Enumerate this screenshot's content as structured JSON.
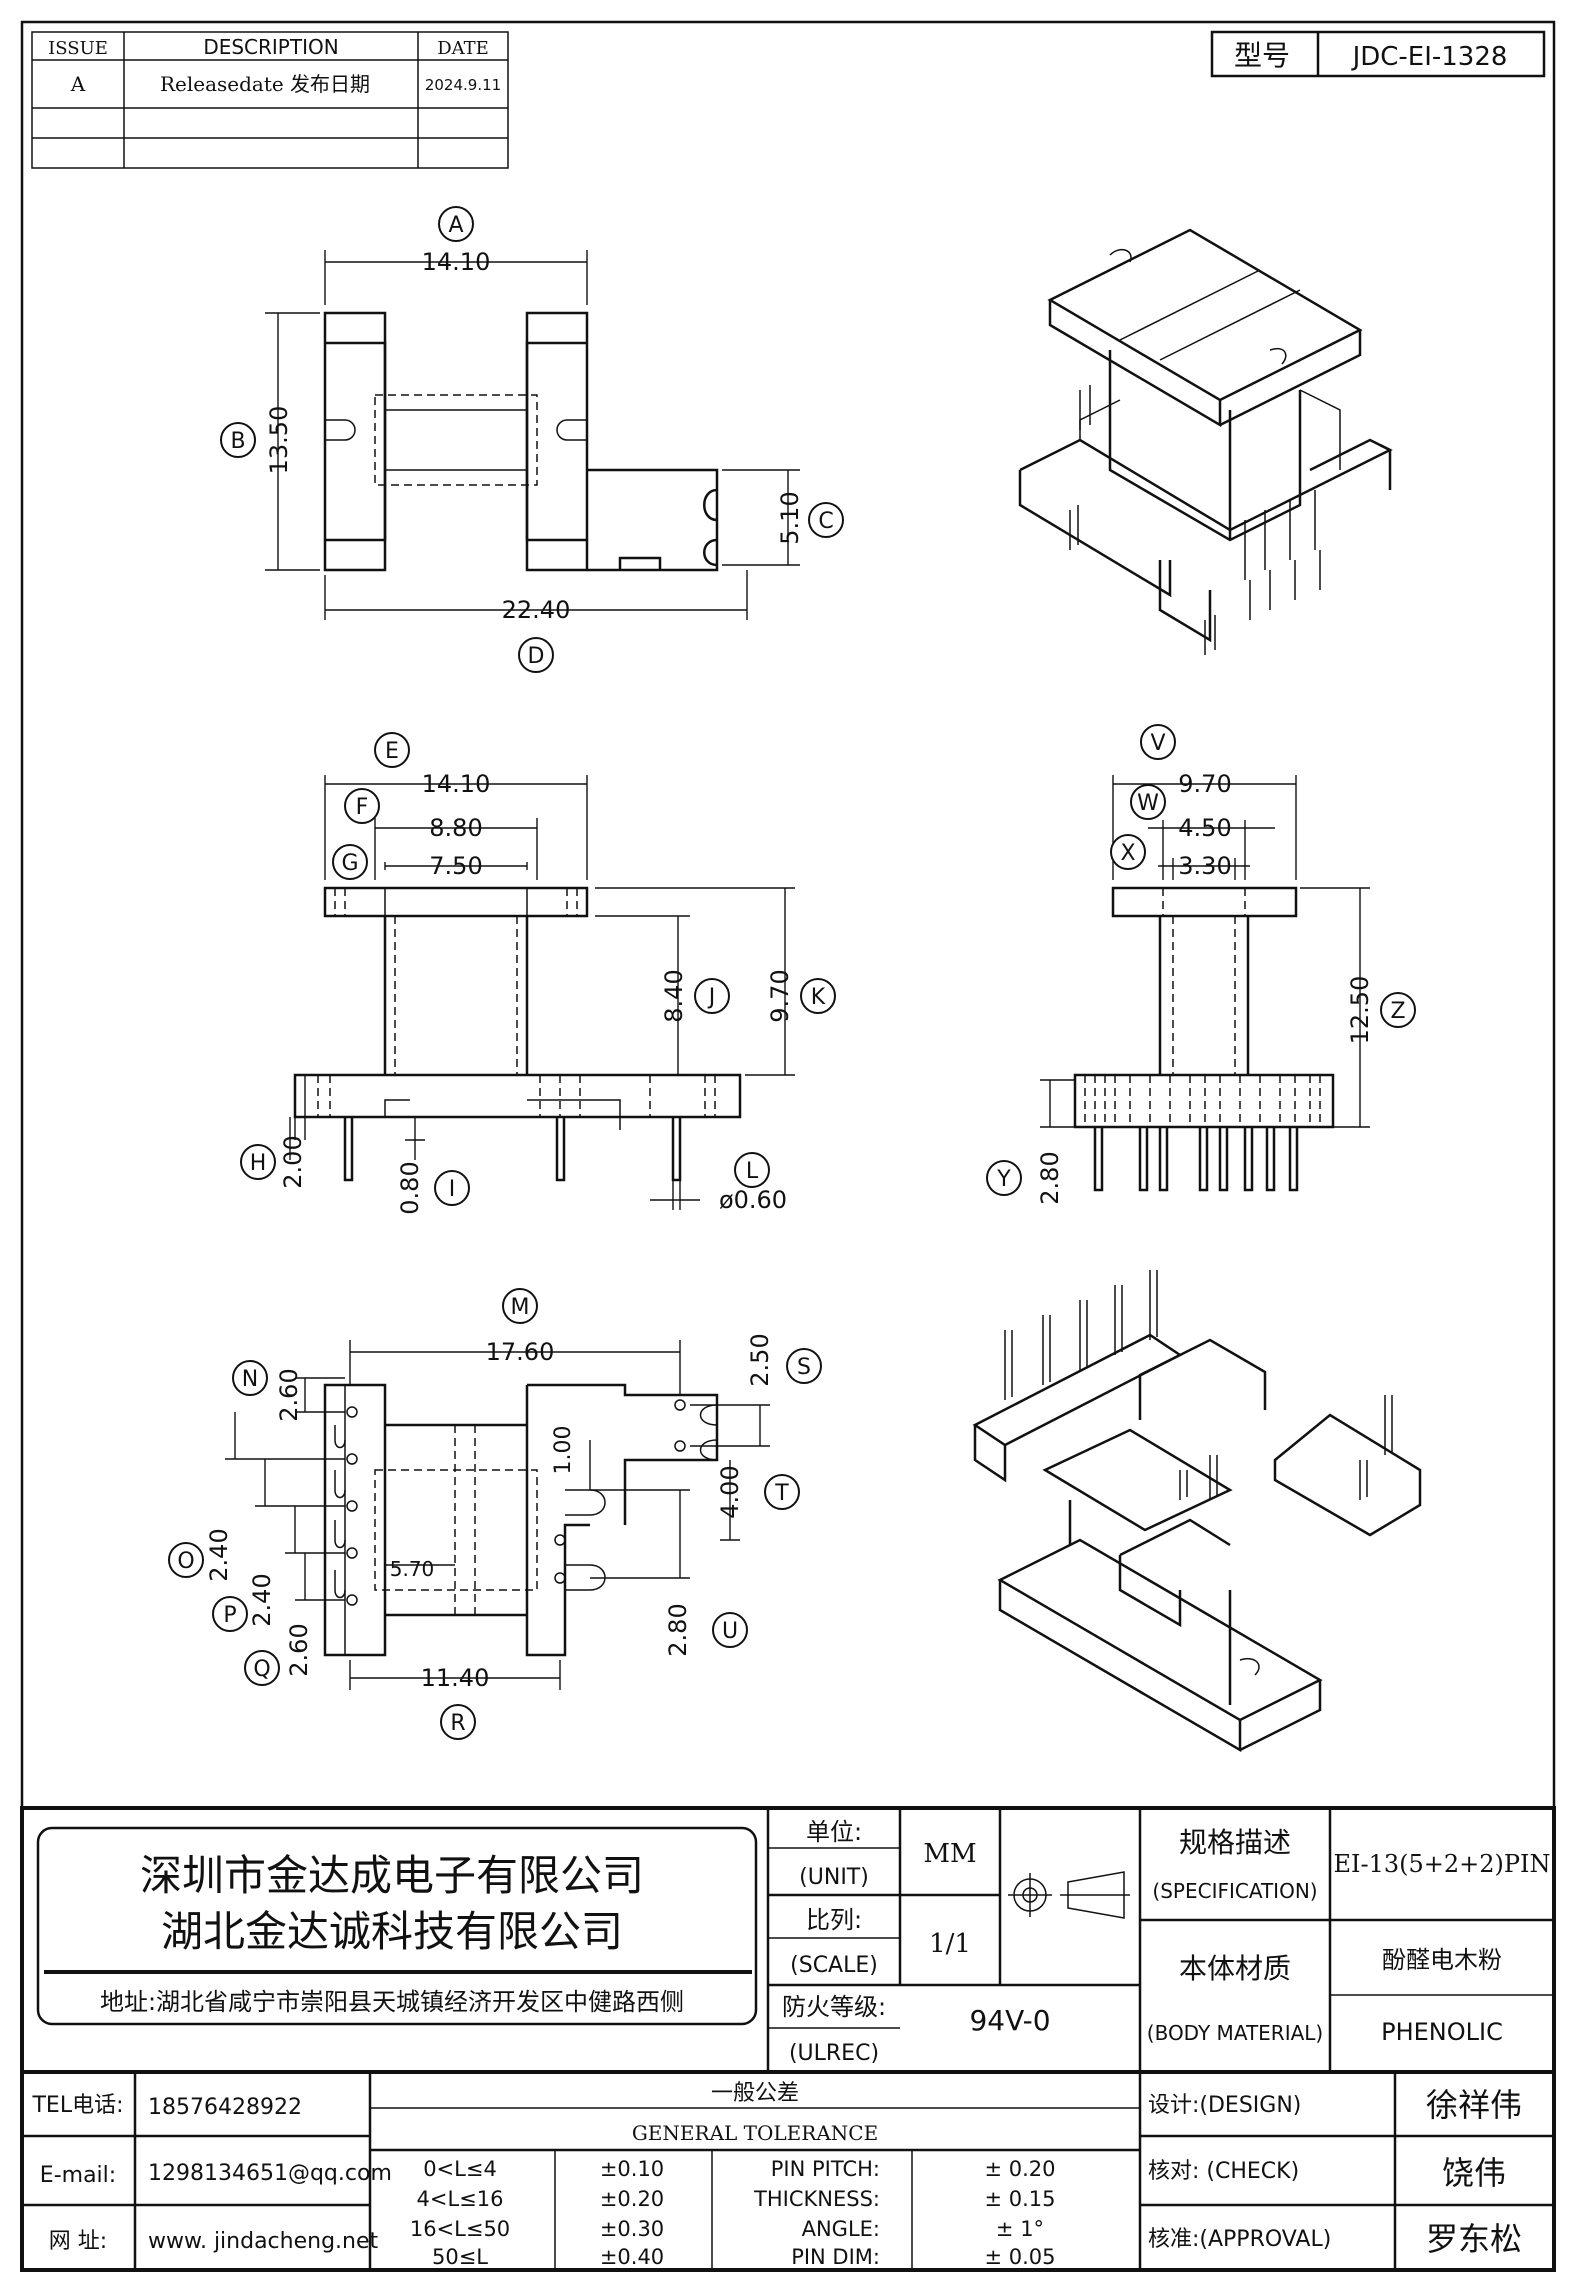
{
  "revision": {
    "headers": {
      "issue": "ISSUE",
      "description": "DESCRIPTION",
      "date": "DATE"
    },
    "rows": [
      {
        "issue": "A",
        "description": "Releasedate 发布日期",
        "date": "2024.9.11"
      }
    ]
  },
  "model": {
    "label": "型号",
    "value": "JDC-EI-1328"
  },
  "dimensions": {
    "A": "14.10",
    "B": "13.50",
    "C": "5.10",
    "D": "22.40",
    "E": "14.10",
    "F": "8.80",
    "G": "7.50",
    "J": "8.40",
    "K": "9.70",
    "H": "2.00",
    "I": "0.80",
    "L": "ø0.60",
    "V": "9.70",
    "W": "4.50",
    "X": "3.30",
    "Z": "12.50",
    "Y": "2.80",
    "M": "17.60",
    "N": "2.60",
    "O": "2.40",
    "P": "2.40",
    "Q": "2.60",
    "R": "11.40",
    "S": "2.50",
    "T": "4.00",
    "U": "2.80",
    "inner_100": "1.00",
    "inner_570": "5.70"
  },
  "dimension_letters": [
    "A",
    "B",
    "C",
    "D",
    "E",
    "F",
    "G",
    "H",
    "I",
    "J",
    "K",
    "L",
    "M",
    "N",
    "O",
    "P",
    "Q",
    "R",
    "S",
    "T",
    "U",
    "V",
    "W",
    "X",
    "Y",
    "Z"
  ],
  "company": {
    "name1": "深圳市金达成电子有限公司",
    "name2": "湖北金达诚科技有限公司",
    "address": "地址:湖北省咸宁市崇阳县天城镇经济开发区中健路西侧"
  },
  "title_block": {
    "unit_label": "单位:",
    "unit_label_en": "(UNIT)",
    "unit_value": "MM",
    "scale_label": "比列:",
    "scale_label_en": "(SCALE)",
    "scale_value": "1/1",
    "ulrec_label": "防火等级:",
    "ulrec_label_en": "(ULREC)",
    "ulrec_value": "94V-0",
    "spec_label": "规格描述",
    "spec_label_en": "(SPECIFICATION)",
    "spec_value": "EI-13(5+2+2)PIN",
    "material_label": "本体材质",
    "material_label_en": "(BODY MATERIAL)",
    "material_value_cn": "酚醛电木粉",
    "material_value_en": "PHENOLIC"
  },
  "contact": {
    "tel_label": "TEL电话:",
    "tel": "18576428922",
    "email_label": "E-mail:",
    "email": "1298134651@qq.com",
    "web_label": "网  址:",
    "web": "www. jindacheng.net"
  },
  "tolerance": {
    "title_cn": "一般公差",
    "title_en": "GENERAL TOLERANCE",
    "ranges": [
      {
        "range": "0<L≤4",
        "tol": "±0.10"
      },
      {
        "range": "4<L≤16",
        "tol": "±0.20"
      },
      {
        "range": "16<L≤50",
        "tol": "±0.30"
      },
      {
        "range": "50≤L",
        "tol": "±0.40"
      }
    ],
    "specs": [
      {
        "name": "PIN PITCH:",
        "value": "± 0.20"
      },
      {
        "name": "THICKNESS:",
        "value": "± 0.15"
      },
      {
        "name": "ANGLE:",
        "value": "± 1°"
      },
      {
        "name": "PIN DIM:",
        "value": "± 0.05"
      }
    ]
  },
  "approvals": [
    {
      "label": "设计:(DESIGN)",
      "name": "徐祥伟"
    },
    {
      "label": "核对: (CHECK)",
      "name": "饶伟"
    },
    {
      "label": "核准:(APPROVAL)",
      "name": "罗东松"
    }
  ]
}
